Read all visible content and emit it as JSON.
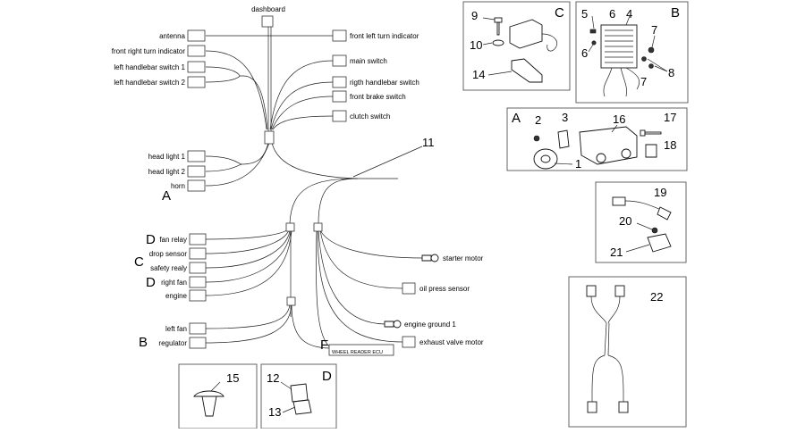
{
  "labels": {
    "dashboard": "dashboard",
    "antenna": "antenna",
    "front_right_turn": "front right turn indicator",
    "left_switch_1": "left handlebar switch 1",
    "left_switch_2": "left handlebar switch 2",
    "front_left_turn": "front left turn indicator",
    "main_switch": "main switch",
    "right_switch": "rigth handlebar switch",
    "front_brake_switch": "front brake switch",
    "clutch_switch": "clutch switch",
    "head_light_1": "head light 1",
    "head_light_2": "head light 2",
    "horn": "horn",
    "fan_relay": "fan relay",
    "drop_sensor": "drop sensor",
    "safety_relay": "safety realy",
    "right_fan": "right fan",
    "engine": "engine",
    "left_fan": "left fan",
    "regulator": "regulator",
    "starter_motor": "starter motor",
    "oil_press_sensor": "oil press sensor",
    "engine_ground_1": "engine ground 1",
    "exhaust_valve_motor": "exhaust valve motor",
    "wheel_reader_ecu": "WHEEL READER ECU"
  },
  "letters": {
    "a_main": "A",
    "d_fan": "D",
    "c_drop": "C",
    "d_right": "D",
    "b_main": "B",
    "f_ecu": "F",
    "c_panel": "C",
    "b_panel": "B",
    "a_panel": "A",
    "d_panel": "D"
  },
  "numbers": {
    "n11": "11",
    "n9": "9",
    "n10": "10",
    "n14": "14",
    "n5": "5",
    "n6a": "6",
    "n4": "4",
    "n6b": "6",
    "n7a": "7",
    "n8": "8",
    "n7b": "7",
    "n2": "2",
    "n3": "3",
    "n16": "16",
    "n17": "17",
    "n18": "18",
    "n1": "1",
    "n19": "19",
    "n20": "20",
    "n21": "21",
    "n22": "22",
    "n15": "15",
    "n12": "12",
    "n13": "13"
  }
}
